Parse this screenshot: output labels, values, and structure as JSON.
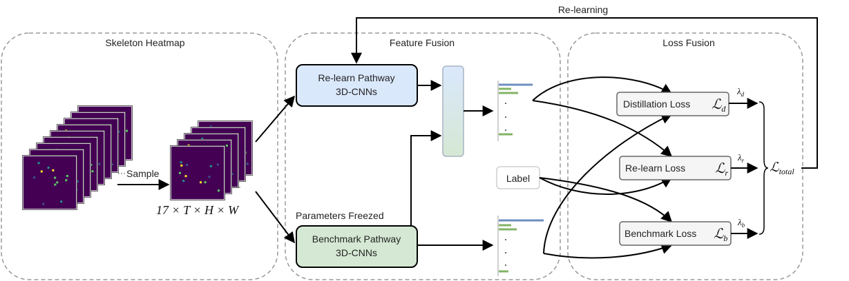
{
  "section_titles": {
    "skeleton": "Skeleton Heatmap",
    "feature": "Feature Fusion",
    "loss": "Loss Fusion"
  },
  "feedback_label": "Re-learning",
  "sample_label": "Sample",
  "sample_ellipsis": "···",
  "shape_formula": "17 × T × H × W",
  "relearn_box": {
    "line1": "Re-learn Pathway",
    "line2": "3D-CNNs"
  },
  "benchmark_box": {
    "line1": "Benchmark Pathway",
    "line2": "3D-CNNs"
  },
  "freeze_note": "Parameters Freezed",
  "label_box": "Label",
  "losses": {
    "distillation": {
      "text": "Distillation Loss",
      "symbol": "ℒ",
      "sub": "d"
    },
    "relearn": {
      "text": "Re-learn Loss",
      "symbol": "ℒ",
      "sub": "r"
    },
    "benchmark": {
      "text": "Benchmark Loss",
      "symbol": "ℒ",
      "sub": "b"
    }
  },
  "lambdas": {
    "d": "d",
    "r": "r",
    "b": "b",
    "symbol": "λ"
  },
  "total": {
    "symbol": "ℒ",
    "sub": "total"
  },
  "colors": {
    "relearn_fill": "#dae8fc",
    "benchmark_fill": "#d5e8d4",
    "heatmap_bg": "#440154",
    "bar_blue": "#6c8ebf",
    "bar_green": "#82b366",
    "dashed_border": "#999999"
  }
}
